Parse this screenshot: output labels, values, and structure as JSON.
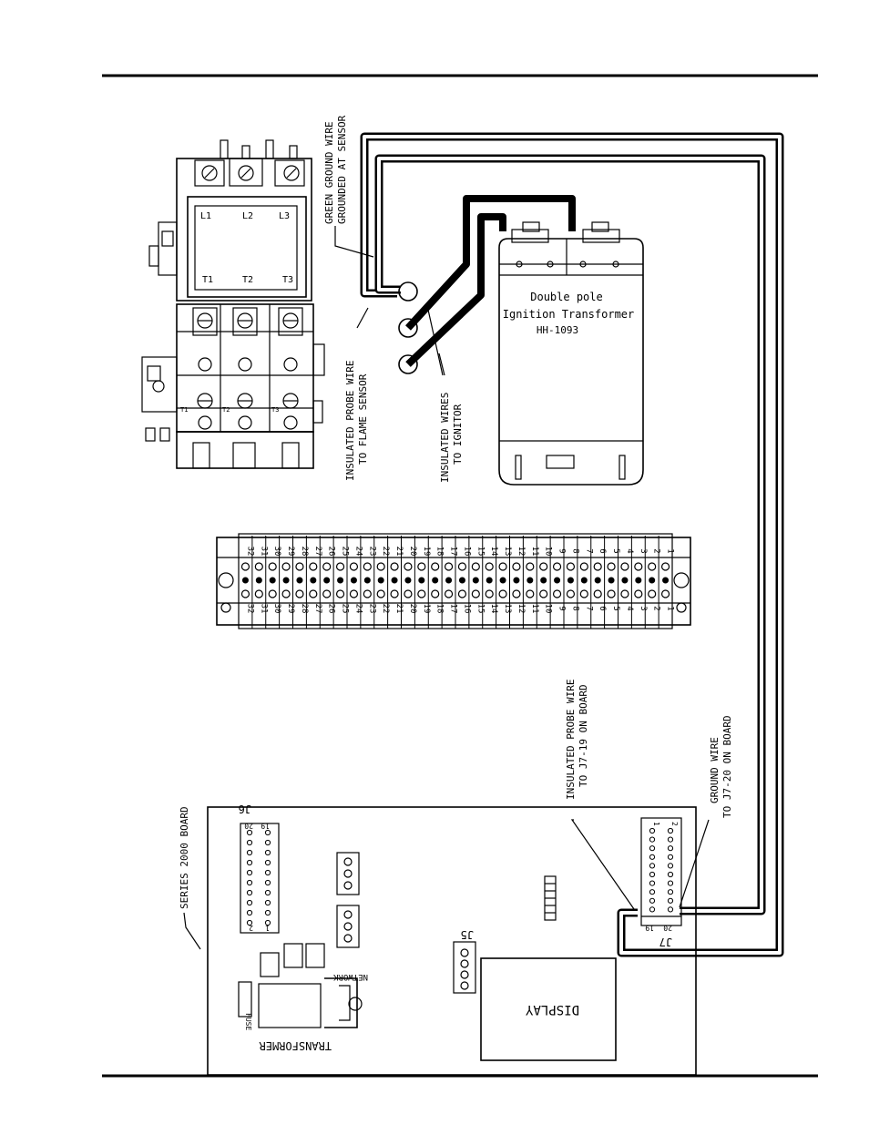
{
  "contactor": {
    "line_terminals": [
      "L1",
      "L2",
      "L3"
    ],
    "load_terminals": [
      "T1",
      "T2",
      "T3"
    ],
    "overload_terminals": [
      "T1",
      "T2",
      "T3"
    ]
  },
  "transformer": {
    "line1": "Double pole",
    "line2": "Ignition Transformer",
    "model": "HH-1093"
  },
  "callouts": {
    "ground_wire_1": "GREEN GROUND WIRE",
    "ground_wire_2": "GROUNDED AT SENSOR",
    "probe_wire_1": "INSULATED PROBE WIRE",
    "probe_wire_2": "TO FLAME SENSOR",
    "ignitor_1": "INSULATED WIRES",
    "ignitor_2": "TO IGNITOR",
    "board_probe_1": "INSULATED PROBE WIRE",
    "board_probe_2": "TO J7-19 ON BOARD",
    "board_ground_1": "GROUND WIRE",
    "board_ground_2": "TO J7-20 ON BOARD",
    "board_series": "SERIES 2000 BOARD"
  },
  "terminal_strip": {
    "numbers": [
      "32",
      "31",
      "30",
      "29",
      "28",
      "27",
      "26",
      "25",
      "24",
      "23",
      "22",
      "21",
      "20",
      "19",
      "18",
      "17",
      "16",
      "15",
      "14",
      "13",
      "12",
      "11",
      "10",
      "9",
      "8",
      "7",
      "6",
      "5",
      "4",
      "3",
      "2",
      "1"
    ]
  },
  "board": {
    "j6": "J6",
    "j6_pin_top": "20",
    "j6_pin_top2": "19",
    "j6_pin_bottom": "2",
    "j6_pin_bottom2": "1",
    "j5": "J5",
    "j7": "J7",
    "j7_pin_1": "1",
    "j7_pin_2": "2",
    "j7_pin_19": "19",
    "j7_pin_20": "20",
    "network": "NETWORK",
    "fuse": "FUSE",
    "transformer": "TRANSFORMER",
    "display": "DISPLAY"
  }
}
